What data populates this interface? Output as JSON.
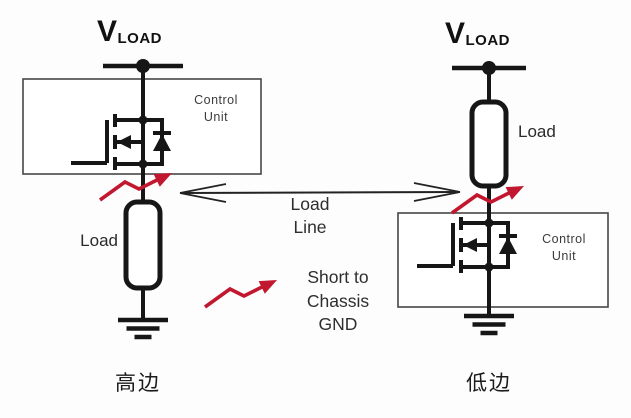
{
  "colors": {
    "ink": "#161616",
    "box_border": "#474747",
    "red": "#c1182f",
    "text": "#2e2e2e"
  },
  "left_circuit": {
    "supply": {
      "base": "V",
      "sub": "LOAD"
    },
    "control_unit": "Control Unit",
    "load": "Load",
    "caption": "高边"
  },
  "right_circuit": {
    "supply": {
      "base": "V",
      "sub": "LOAD"
    },
    "control_unit": "Control Unit",
    "load": "Load",
    "caption": "低边"
  },
  "annotations": {
    "load_line": "Load Line",
    "short_note": "Short to Chassis GND"
  }
}
